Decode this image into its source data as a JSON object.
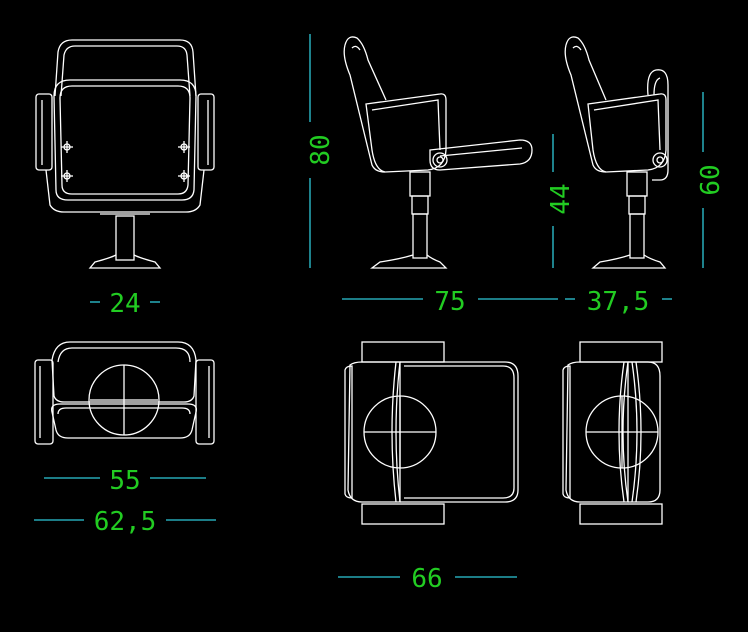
{
  "background_color": "#000000",
  "line_color": "#ffffff",
  "dimension_line_color": "#2ec8d8",
  "dimension_text_color": "#22cc22",
  "dimensions": {
    "front_seat_width": "24",
    "side_total_height": "80",
    "side_seat_height": "44",
    "side_depth_open": "75",
    "folded_height": "60",
    "folded_depth": "37,5",
    "plan_width_inner": "55",
    "plan_width_outer": "62,5",
    "plan_depth": "66"
  }
}
